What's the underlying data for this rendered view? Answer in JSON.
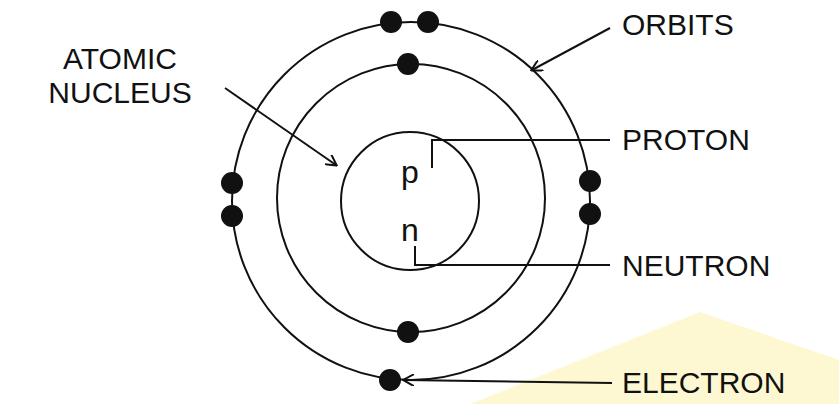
{
  "diagram": {
    "nodes": [
      {
        "text": [
          "p",
          "n"
        ]
      }
    ],
    "labels": [
      "ORBITS",
      "ATOMIC NUCLEUS",
      "PROTON",
      "NEUTRON",
      "ELECTRON"
    ]
  }
}
